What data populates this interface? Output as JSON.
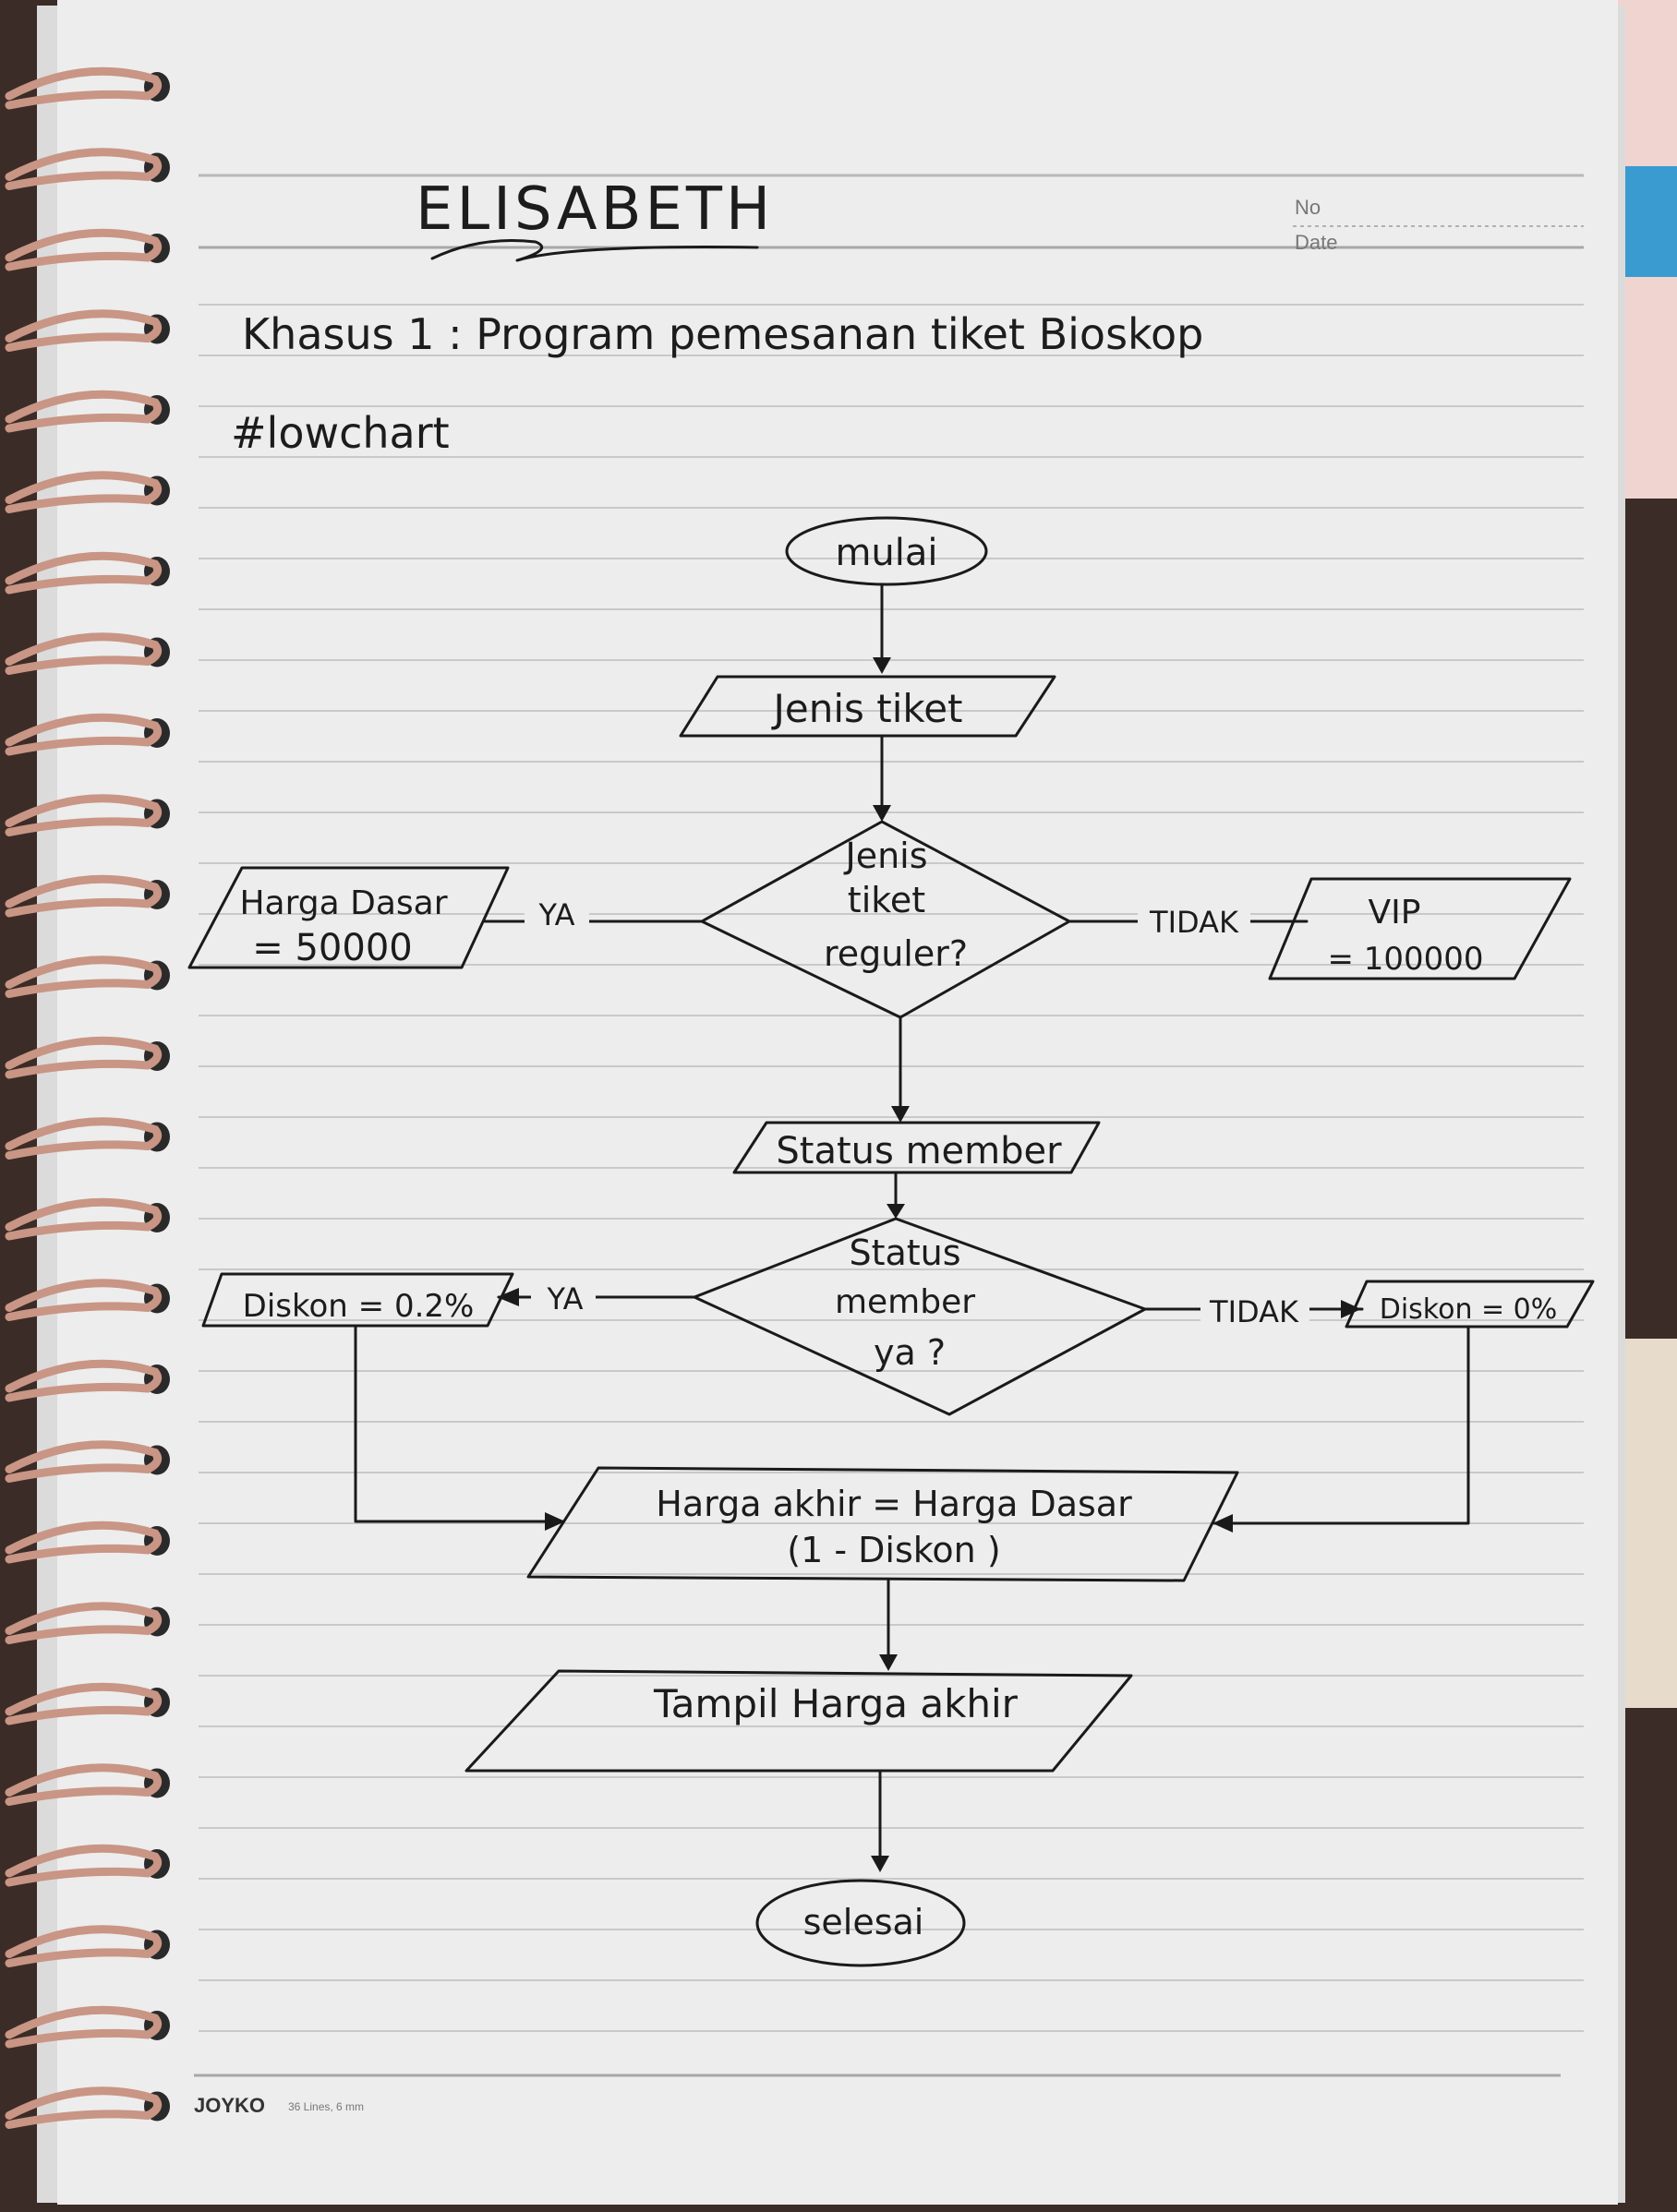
{
  "header": {
    "name": "ELISABETH",
    "no_label": "No",
    "date_label": "Date"
  },
  "notes": {
    "case_title": "Khasus 1 : Program pemesanan tiket Bioskop",
    "section": "#lowchart"
  },
  "flowchart": {
    "start": "mulai",
    "input_ticket": "Jenis tiket",
    "decision_ticket": [
      "Jenis",
      "tiket",
      "reguler?"
    ],
    "regular_price": [
      "Harga Dasar",
      "= 50000"
    ],
    "vip_price": [
      "VIP",
      "= 100000"
    ],
    "input_member": "Status member",
    "decision_member": [
      "Status",
      "member",
      "ya ?"
    ],
    "discount_yes": "Diskon = 0.2%",
    "discount_no": "Diskon = 0%",
    "calc": [
      "Harga akhir = Harga Dasar",
      "(1 - Diskon )"
    ],
    "display": "Tampil Harga akhir",
    "end": "selesai",
    "yes_label": "YA",
    "no_label": "TIDAK"
  },
  "footer": {
    "brand": "JOYKO",
    "spec": "36 Lines, 6 mm"
  },
  "colors": {
    "paper": "#ecebeb",
    "rule": "#c9c9cc",
    "ink": "#1a1a1a",
    "ring": "#c99585"
  }
}
